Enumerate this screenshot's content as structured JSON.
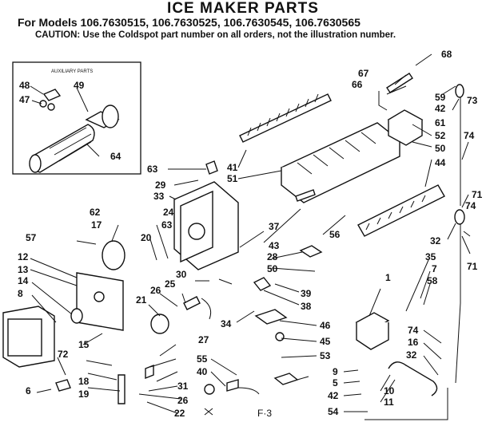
{
  "header": {
    "title": "ICE MAKER PARTS",
    "models": "For Models 106.7630515, 106.7630525, 106.7630545, 106.7630565",
    "caution": "CAUTION: Use the Coldspot part number on all orders, not the illustration number."
  },
  "inset": {
    "label": "AUXILIARY PARTS"
  },
  "footer": {
    "figure_label": "F·3"
  },
  "callouts": [
    "48",
    "49",
    "47",
    "64",
    "63",
    "29",
    "41",
    "51",
    "33",
    "24",
    "62",
    "17",
    "20",
    "63",
    "57",
    "12",
    "13",
    "14",
    "8",
    "21",
    "30",
    "26",
    "25",
    "37",
    "43",
    "28",
    "50",
    "56",
    "39",
    "38",
    "34",
    "46",
    "45",
    "53",
    "27",
    "55",
    "40",
    "15",
    "18",
    "19",
    "72",
    "6",
    "31",
    "26",
    "22",
    "9",
    "5",
    "42",
    "54",
    "10",
    "11",
    "1",
    "74",
    "16",
    "32",
    "35",
    "7",
    "58",
    "67",
    "66",
    "68",
    "59",
    "42",
    "73",
    "61",
    "52",
    "50",
    "44",
    "74",
    "71",
    "74",
    "32",
    "71"
  ]
}
